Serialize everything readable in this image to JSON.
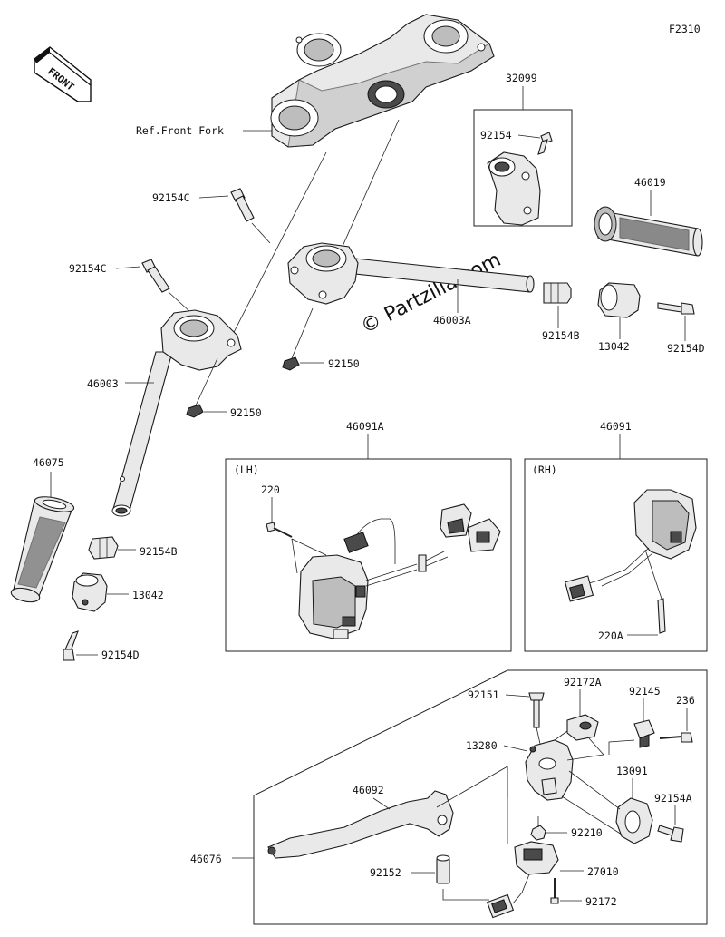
{
  "figure_code": "F2310",
  "front_label": "FRONT",
  "watermark": "© Partzilla.com",
  "box_labels": {
    "lh": "(LH)",
    "rh": "(RH)"
  },
  "callouts": {
    "ref_front_fork": "Ref.Front Fork",
    "p32099": "32099",
    "p92154_top": "92154",
    "p46019": "46019",
    "p92154C_a": "92154C",
    "p92154C_b": "92154C",
    "p46003A": "46003A",
    "p92154B_r": "92154B",
    "p13042_r": "13042",
    "p92154D_r": "92154D",
    "p92150_a": "92150",
    "p46003": "46003",
    "p92150_b": "92150",
    "p46091A": "46091A",
    "p46091": "46091",
    "p220": "220",
    "p220A": "220A",
    "p46075": "46075",
    "p92154B_l": "92154B",
    "p13042_l": "13042",
    "p92154D_l": "92154D",
    "p92151": "92151",
    "p92172A": "92172A",
    "p92145": "92145",
    "p236": "236",
    "p13280": "13280",
    "p13091": "13091",
    "p46092": "46092",
    "p92154A": "92154A",
    "p92210": "92210",
    "p46076": "46076",
    "p92152": "92152",
    "p27010": "27010",
    "p92172": "92172"
  }
}
